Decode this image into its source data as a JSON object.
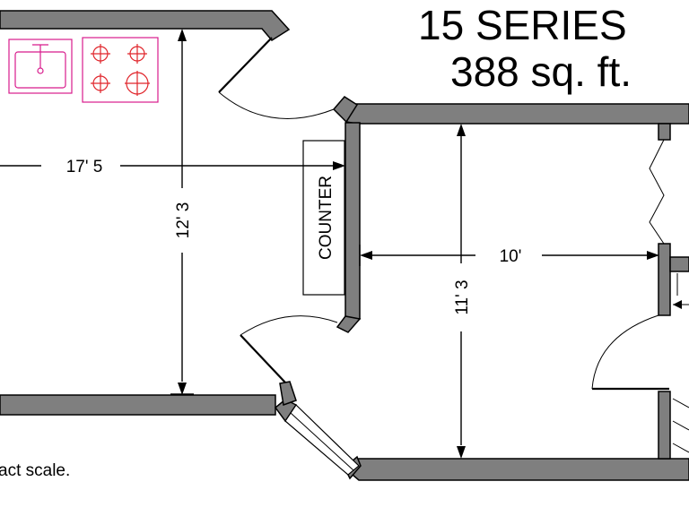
{
  "title": {
    "series": "15 SERIES",
    "area": "388 sq. ft."
  },
  "dimensions": {
    "living_width": "17' 5",
    "living_depth": "12' 3",
    "bedroom_width": "10'",
    "bedroom_depth": "11' 3"
  },
  "counter_label": "COUNTER",
  "footnote": "act scale.",
  "colors": {
    "wall": "#7f7f7f",
    "fixture": "#d81b8c",
    "burner": "#e0242a"
  }
}
